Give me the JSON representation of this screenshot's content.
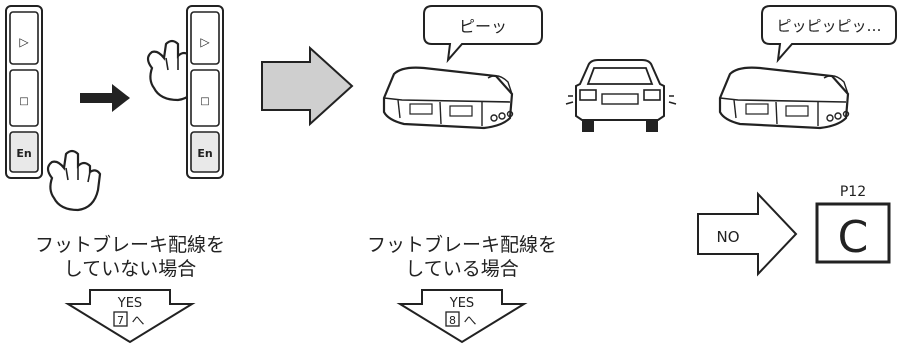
{
  "remote": {
    "play_symbol": "▷",
    "stop_symbol": "□",
    "enter_label": "En"
  },
  "speech": {
    "single_beep": "ピーッ",
    "multi_beep": "ピッピッピッ…"
  },
  "left_case": {
    "line1": "フットブレーキ配線を",
    "line2": "していない場合",
    "answer": "YES",
    "next_step": "7",
    "next_suffix": "へ"
  },
  "right_case": {
    "line1": "フットブレーキ配線を",
    "line2": "している場合",
    "answer": "YES",
    "next_step": "8",
    "next_suffix": "へ"
  },
  "no_branch": {
    "label": "NO",
    "page_ref": "P12",
    "target_code": "C"
  },
  "icons": [
    "remote-control-icon",
    "pressing-hand-icon",
    "arrow-right-icon",
    "engine-unit-icon",
    "car-icon",
    "down-arrow-icon"
  ]
}
